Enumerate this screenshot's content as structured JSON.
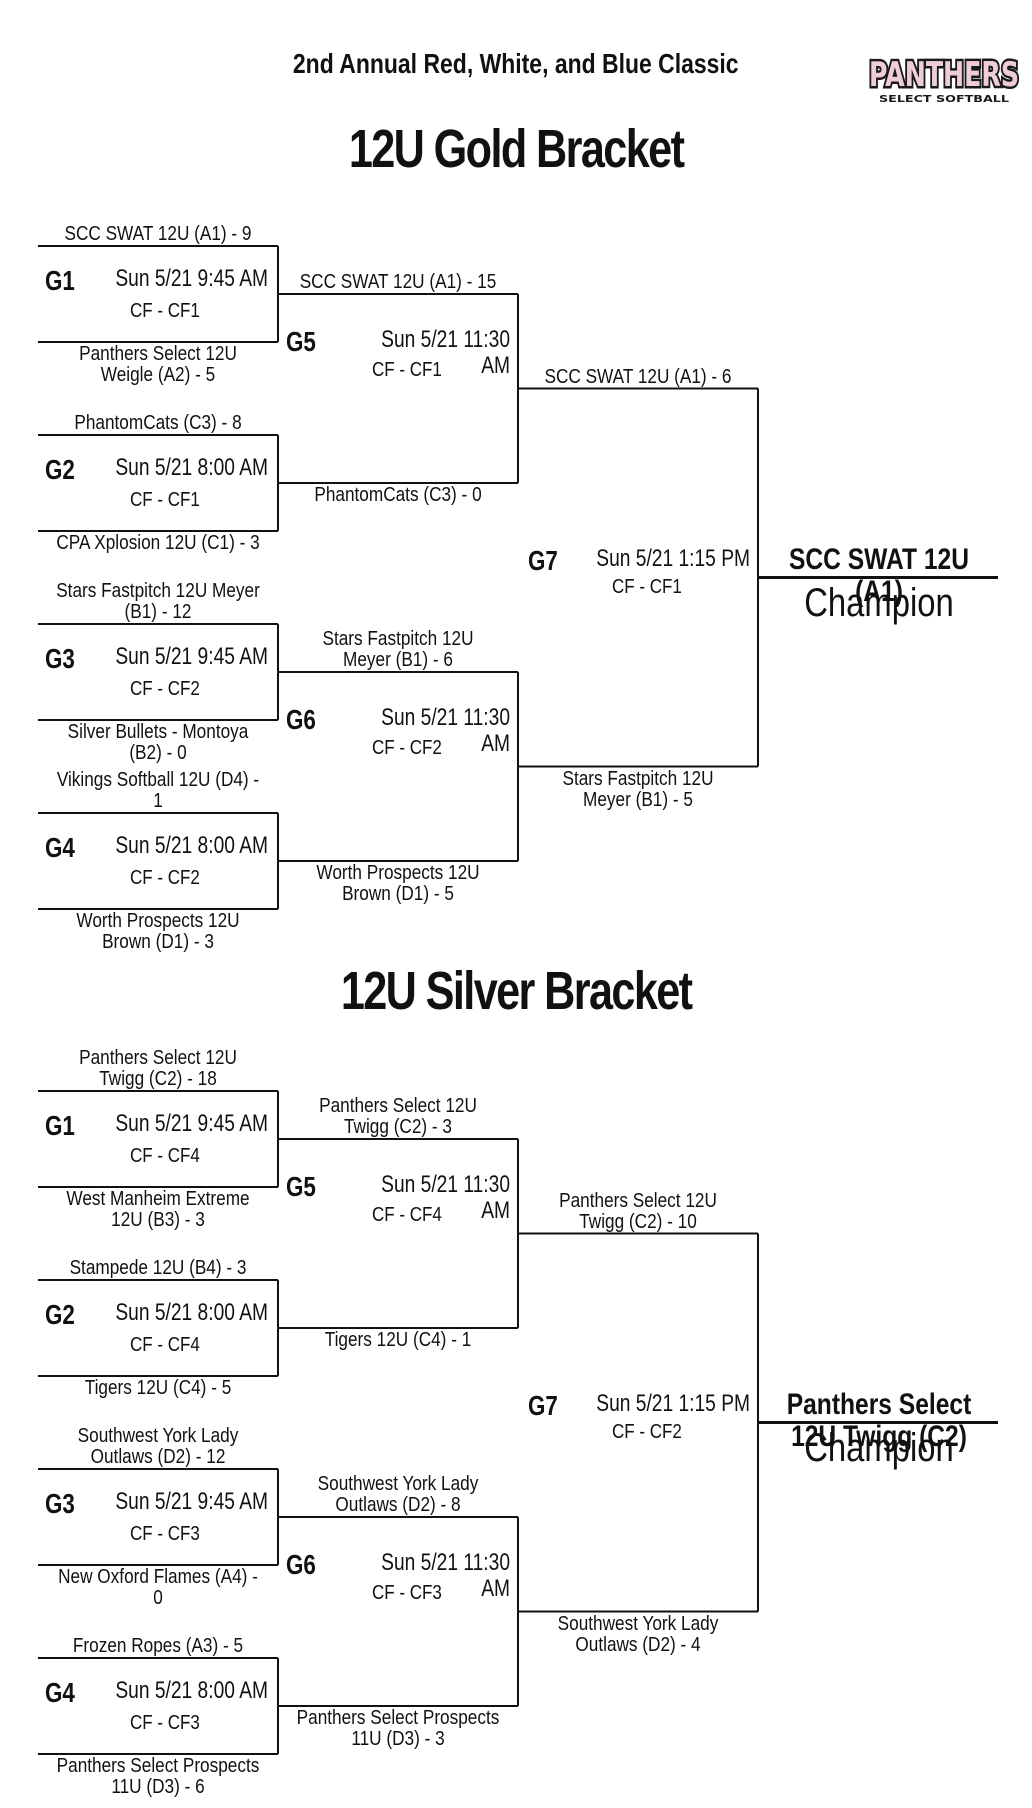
{
  "event_title": "2nd Annual Red, White, and Blue Classic",
  "logo": {
    "word": "PANTHERS",
    "tagline": "SELECT SOFTBALL",
    "color": "#1a1a1a",
    "accent": "#c0385a"
  },
  "champion_label": "Champion",
  "brackets": [
    {
      "title": "12U Gold Bracket",
      "round1": [
        {
          "id": "G1",
          "time": "Sun 5/21 9:45 AM",
          "field": "CF - CF1",
          "team_top": "SCC SWAT 12U (A1) - 9",
          "team_bottom": "Panthers Select 12U Weigle (A2) - 5"
        },
        {
          "id": "G2",
          "time": "Sun 5/21 8:00 AM",
          "field": "CF - CF1",
          "team_top": "PhantomCats (C3) - 8",
          "team_bottom": "CPA Xplosion 12U (C1) - 3"
        },
        {
          "id": "G3",
          "time": "Sun 5/21 9:45 AM",
          "field": "CF - CF2",
          "team_top": "Stars Fastpitch 12U Meyer (B1) - 12",
          "team_bottom": "Silver Bullets - Montoya (B2) - 0"
        },
        {
          "id": "G4",
          "time": "Sun 5/21 8:00 AM",
          "field": "CF - CF2",
          "team_top": "Vikings Softball 12U (D4) - 1",
          "team_bottom": "Worth Prospects 12U Brown (D1) - 3"
        }
      ],
      "round2": [
        {
          "id": "G5",
          "time": "Sun 5/21 11:30 AM",
          "field": "CF - CF1",
          "team_top": "SCC SWAT 12U (A1) - 15",
          "team_bottom": "PhantomCats (C3) - 0"
        },
        {
          "id": "G6",
          "time": "Sun 5/21 11:30 AM",
          "field": "CF - CF2",
          "team_top": "Stars Fastpitch 12U Meyer (B1) - 6",
          "team_bottom": "Worth Prospects 12U Brown (D1) - 5"
        }
      ],
      "final": {
        "id": "G7",
        "time": "Sun 5/21 1:15 PM",
        "field": "CF - CF1",
        "team_top": "SCC SWAT 12U (A1) - 6",
        "team_bottom": "Stars Fastpitch 12U Meyer (B1) - 5"
      },
      "champion": "SCC SWAT 12U (A1)"
    },
    {
      "title": "12U Silver Bracket",
      "round1": [
        {
          "id": "G1",
          "time": "Sun 5/21 9:45 AM",
          "field": "CF - CF4",
          "team_top": "Panthers Select 12U Twigg (C2) - 18",
          "team_bottom": "West Manheim Extreme 12U (B3) - 3"
        },
        {
          "id": "G2",
          "time": "Sun 5/21 8:00 AM",
          "field": "CF - CF4",
          "team_top": "Stampede 12U (B4) - 3",
          "team_bottom": "Tigers 12U (C4) - 5"
        },
        {
          "id": "G3",
          "time": "Sun 5/21 9:45 AM",
          "field": "CF - CF3",
          "team_top": "Southwest York Lady Outlaws (D2) - 12",
          "team_bottom": "New Oxford Flames (A4) - 0"
        },
        {
          "id": "G4",
          "time": "Sun 5/21 8:00 AM",
          "field": "CF - CF3",
          "team_top": "Frozen Ropes (A3) - 5",
          "team_bottom": "Panthers Select Prospects 11U (D3) - 6"
        }
      ],
      "round2": [
        {
          "id": "G5",
          "time": "Sun 5/21 11:30 AM",
          "field": "CF - CF4",
          "team_top": "Panthers Select 12U Twigg (C2) - 3",
          "team_bottom": "Tigers 12U (C4) - 1"
        },
        {
          "id": "G6",
          "time": "Sun 5/21 11:30 AM",
          "field": "CF - CF3",
          "team_top": "Southwest York Lady Outlaws (D2) - 8",
          "team_bottom": "Panthers Select Prospects 11U (D3) - 3"
        }
      ],
      "final": {
        "id": "G7",
        "time": "Sun 5/21 1:15 PM",
        "field": "CF - CF2",
        "team_top": "Panthers Select 12U Twigg (C2) - 10",
        "team_bottom": "Southwest York Lady Outlaws (D2) - 4"
      },
      "champion": "Panthers Select 12U Twigg (C2)"
    }
  ]
}
